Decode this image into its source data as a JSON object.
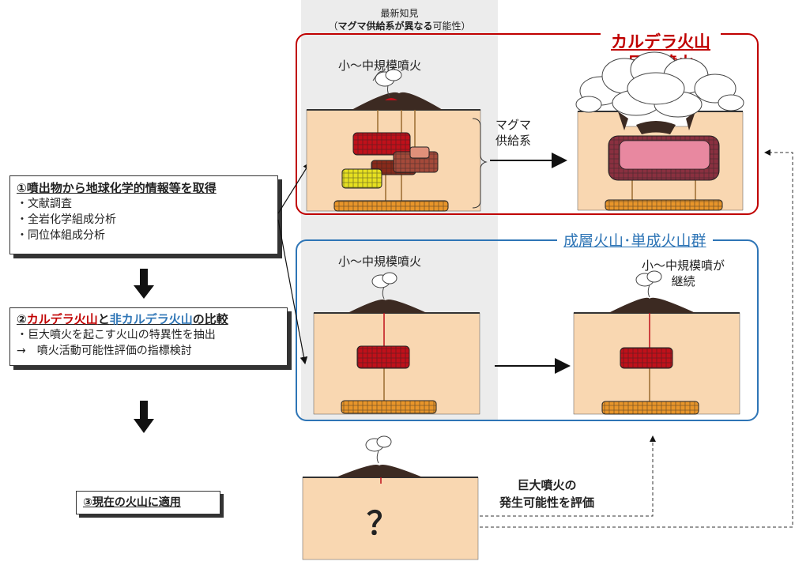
{
  "latest": {
    "line1": "最新知見",
    "line2_open": "（",
    "line2_bold": "マグマ供給系が異なる",
    "line2_rest": "可能性）"
  },
  "steps": {
    "step1": {
      "title": "①噴出物から地球化学的情報等を取得",
      "items": [
        "・文献調査",
        "・全岩化学組成分析",
        "・同位体組成分析"
      ]
    },
    "step2": {
      "prefix": "②",
      "caldera": "カルデラ火山",
      "to": "と",
      "noncaldera": "非カルデラ火山",
      "suffix": "の比較",
      "items": [
        "・巨大噴火を起こす火山の特異性を抽出",
        "→　噴火活動可能性評価の指標検討"
      ]
    },
    "step3": {
      "title": "③現在の火山に適用"
    }
  },
  "caldera_panel": {
    "title1": "カルデラ火山",
    "title2": "巨大噴火",
    "eruption_label": "小～中規模噴火",
    "magma_label1": "マグマ",
    "magma_label2": "供給系"
  },
  "strato_panel": {
    "title": "成層火山･単成火山群",
    "eruption_label": "小～中規模噴火",
    "continue_label1": "小～中規模噴が",
    "continue_label2": "継続"
  },
  "current": {
    "question": "？",
    "evaluate1": "巨大噴火の",
    "evaluate2": "発生可能性を評価"
  },
  "colors": {
    "caldera_red": "#c00000",
    "strato_blue": "#2e75b6",
    "ground": "#f9d7b1",
    "magma_red": "#c0101a",
    "magma_orange": "#e8952a",
    "magma_pink": "#e888a0",
    "magma_yellow": "#e6e020",
    "magma_brown": "#8a2a1a",
    "band_grey": "#ececec"
  }
}
